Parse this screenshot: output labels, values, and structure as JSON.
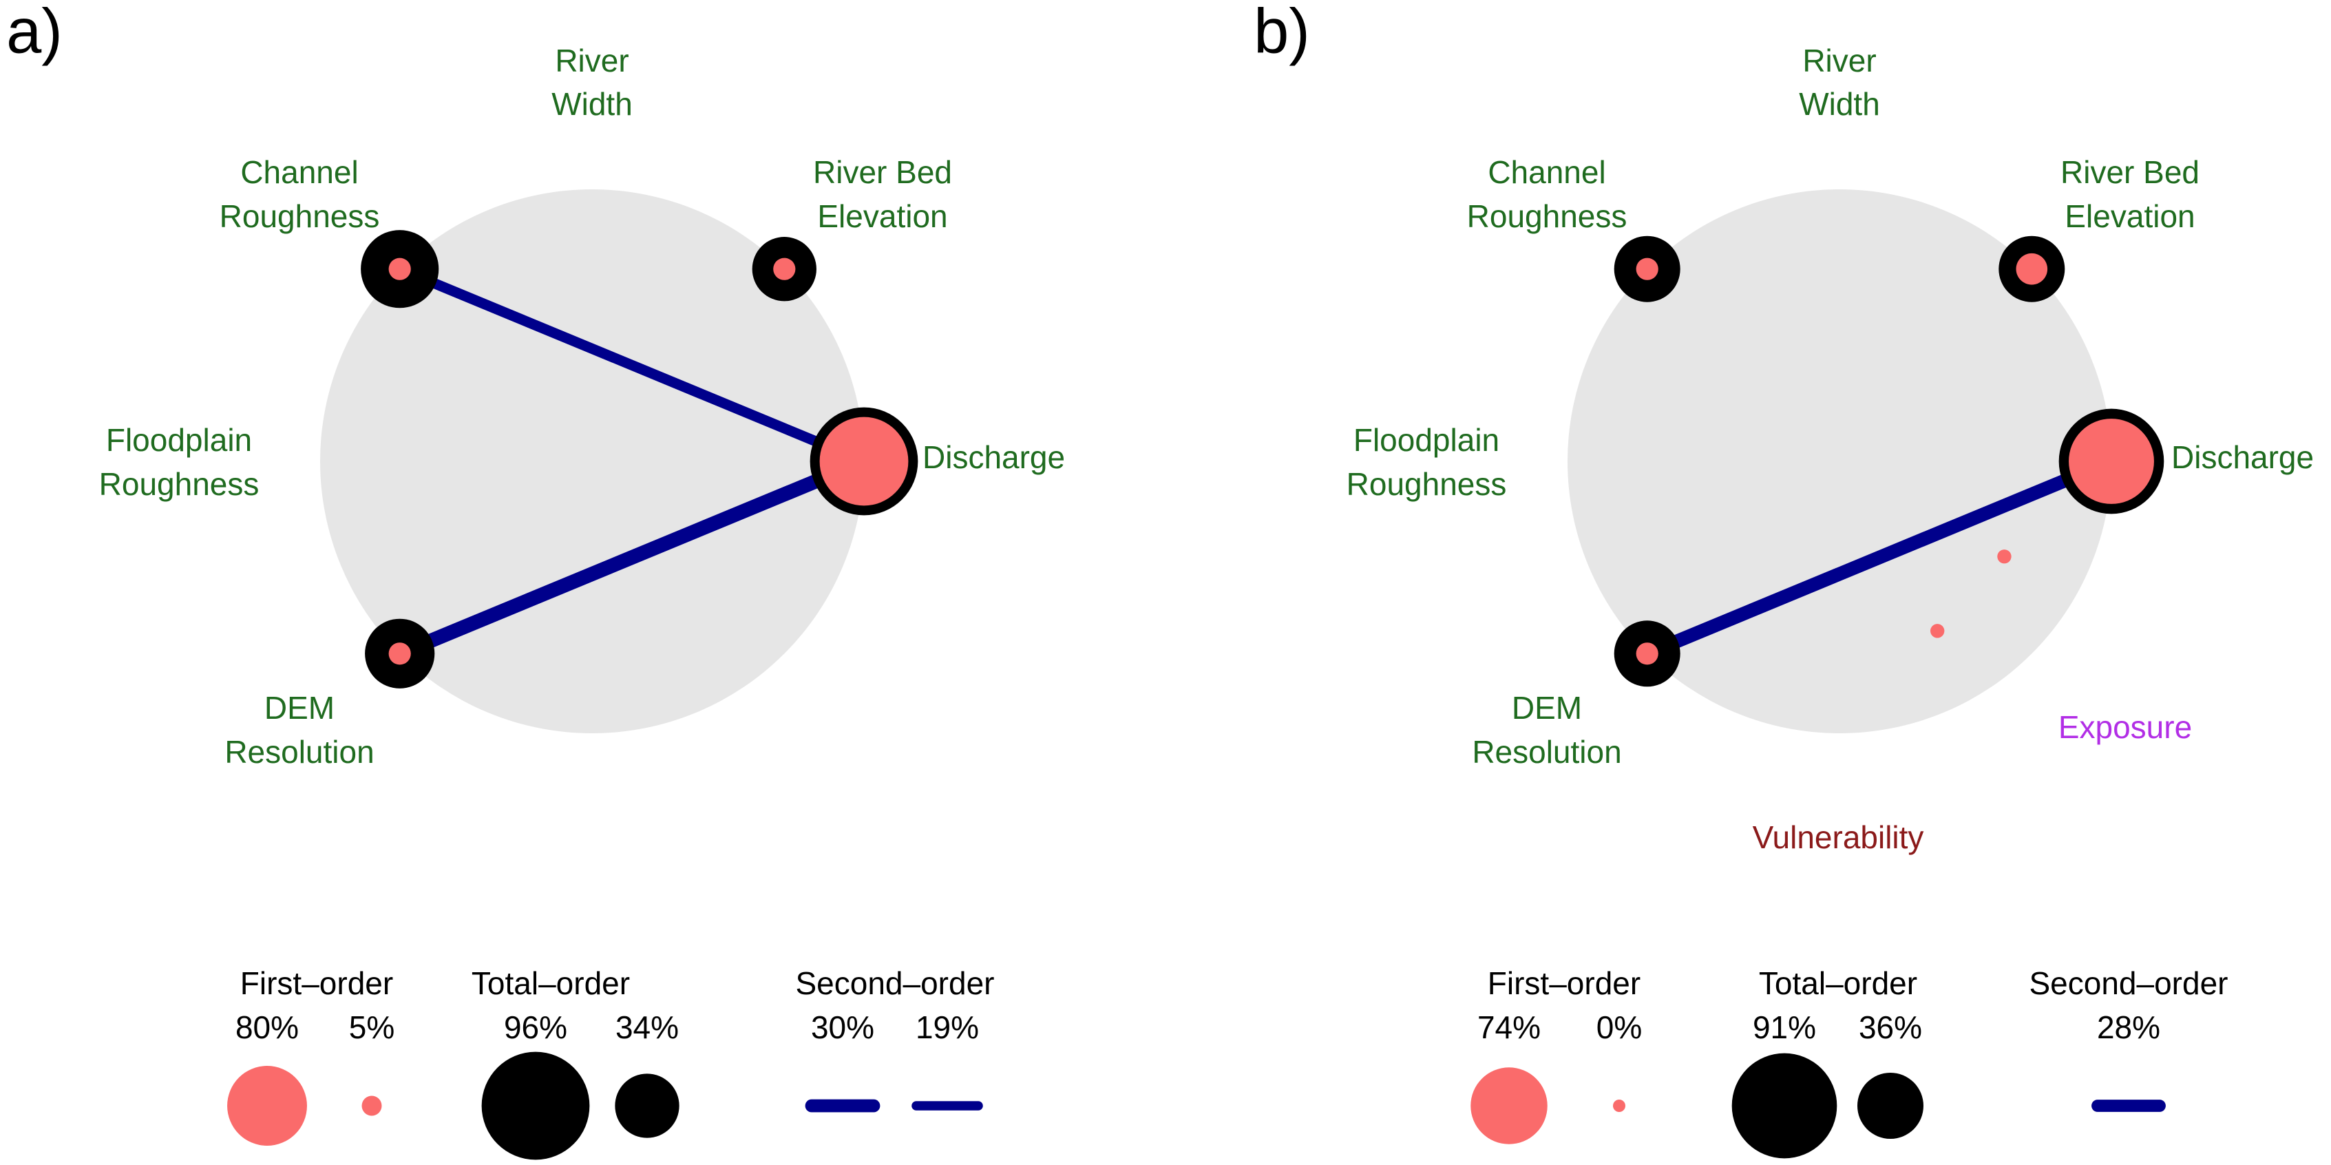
{
  "colors": {
    "disk": "#e6e6e6",
    "first_order": "#fa6b6b",
    "total_order": "#000000",
    "second_order": "#00008b",
    "variable_label": "#1f6b1f",
    "exposure_label": "#b22ee6",
    "vulnerability_label": "#8b1a1a",
    "text": "#000000"
  },
  "chart_data": [
    {
      "type": "radial-sensitivity",
      "panel_label": "a)",
      "title": "",
      "variables": [
        {
          "id": "river_width",
          "label": [
            "River",
            "Width"
          ],
          "first_order": null,
          "total_order": null
        },
        {
          "id": "river_bed_elevation",
          "label": [
            "River Bed",
            "Elevation"
          ],
          "first_order": 0.05,
          "total_order": 0.34
        },
        {
          "id": "discharge",
          "label": [
            "Discharge"
          ],
          "first_order": 0.8,
          "total_order": 0.96
        },
        {
          "id": "dem_resolution",
          "label": [
            "DEM",
            "Resolution"
          ],
          "first_order": 0.05,
          "total_order": 0.4
        },
        {
          "id": "floodplain_roughness",
          "label": [
            "Floodplain",
            "Roughness"
          ],
          "first_order": null,
          "total_order": null
        },
        {
          "id": "channel_roughness",
          "label": [
            "Channel",
            "Roughness"
          ],
          "first_order": 0.05,
          "total_order": 0.5
        }
      ],
      "second_order": [
        {
          "from": "channel_roughness",
          "to": "discharge",
          "value": 0.19
        },
        {
          "from": "dem_resolution",
          "to": "discharge",
          "value": 0.3
        }
      ],
      "legend": {
        "first_order": {
          "title": "First–order",
          "values": [
            0.8,
            0.05
          ],
          "labels": [
            "80%",
            "5%"
          ]
        },
        "total_order": {
          "title": "Total–order",
          "values": [
            0.96,
            0.34
          ],
          "labels": [
            "96%",
            "34%"
          ]
        },
        "second_order": {
          "title": "Second–order",
          "values": [
            0.3,
            0.19
          ],
          "labels": [
            "30%",
            "19%"
          ]
        }
      }
    },
    {
      "type": "radial-sensitivity",
      "panel_label": "b)",
      "title": "",
      "variables": [
        {
          "id": "river_width",
          "label": [
            "River",
            "Width"
          ],
          "first_order": null,
          "total_order": null
        },
        {
          "id": "river_bed_elevation",
          "label": [
            "River Bed",
            "Elevation"
          ],
          "first_order": 0.1,
          "total_order": 0.36
        },
        {
          "id": "discharge",
          "label": [
            "Discharge"
          ],
          "first_order": 0.74,
          "total_order": 0.91
        },
        {
          "id": "exposure",
          "label": [
            "Exposure"
          ],
          "first_order": 0.02,
          "total_order": null
        },
        {
          "id": "vulnerability",
          "label": [
            "Vulnerability"
          ],
          "first_order": 0.02,
          "total_order": null
        },
        {
          "id": "dem_resolution",
          "label": [
            "DEM",
            "Resolution"
          ],
          "first_order": 0.05,
          "total_order": 0.36
        },
        {
          "id": "floodplain_roughness",
          "label": [
            "Floodplain",
            "Roughness"
          ],
          "first_order": null,
          "total_order": null
        },
        {
          "id": "channel_roughness",
          "label": [
            "Channel",
            "Roughness"
          ],
          "first_order": 0.05,
          "total_order": 0.36
        }
      ],
      "second_order": [
        {
          "from": "dem_resolution",
          "to": "discharge",
          "value": 0.28
        }
      ],
      "legend": {
        "first_order": {
          "title": "First–order",
          "values": [
            0.74,
            0.0
          ],
          "labels": [
            "74%",
            "0%"
          ]
        },
        "total_order": {
          "title": "Total–order",
          "values": [
            0.91,
            0.36
          ],
          "labels": [
            "91%",
            "36%"
          ]
        },
        "second_order": {
          "title": "Second–order",
          "values": [
            0.28
          ],
          "labels": [
            "28%"
          ]
        }
      }
    }
  ]
}
